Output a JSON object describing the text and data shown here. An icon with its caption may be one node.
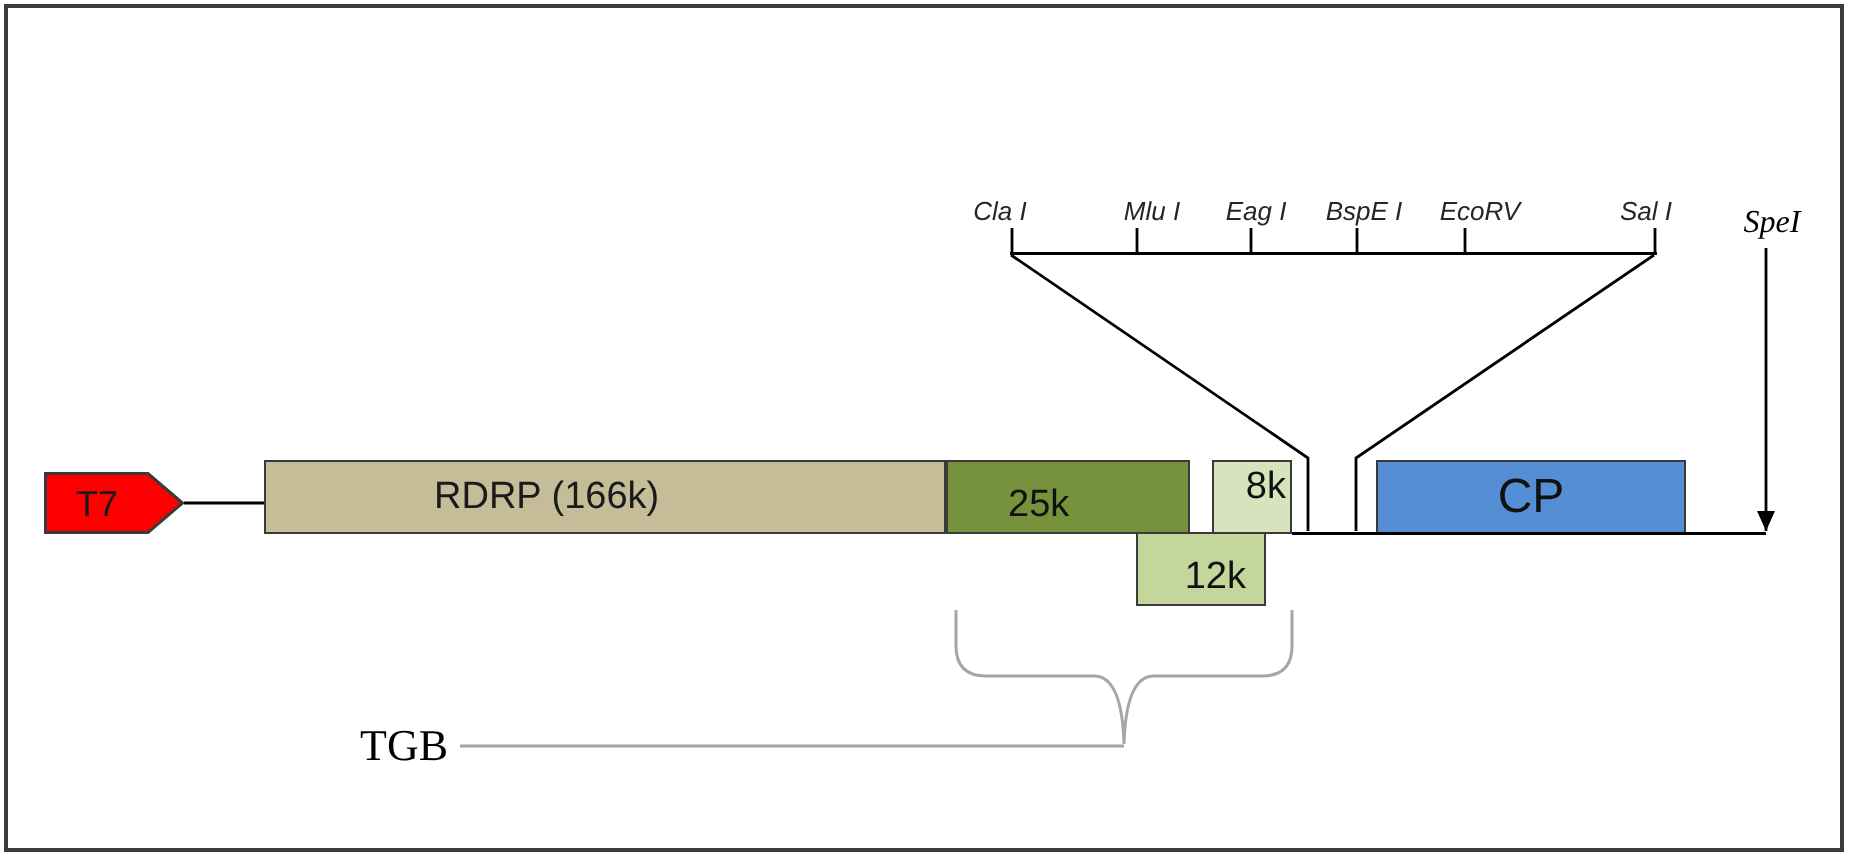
{
  "diagram": {
    "nodes": [
      {
        "text": [
          "SpeI"
        ]
      },
      {
        "text": [],
        "shape": "bar",
        "beside": [
          "Cla I",
          "Mlu I",
          "Eag I",
          "BspE I",
          "EcoRV",
          "Sal I"
        ]
      },
      {
        "text": [
          "T7"
        ]
      },
      {
        "text": [
          "RDRP (166k)"
        ]
      },
      {
        "text": [
          "25k"
        ]
      },
      {
        "text": [
          "8k"
        ]
      },
      {
        "text": [
          "CP"
        ]
      },
      {
        "text": [],
        "shape": "line"
      },
      {
        "text": [
          "12k"
        ]
      },
      {
        "text": [],
        "shape": "brace"
      },
      {
        "text": [
          "TGB"
        ]
      }
    ],
    "edges": [
      {
        "from": 0,
        "to": 7,
        "arrow": "to"
      },
      {
        "from": 2,
        "to": 3,
        "arrow": "none"
      },
      {
        "from": 1,
        "to": 7,
        "arrow": "none"
      },
      {
        "from": 1,
        "to": 7,
        "arrow": "none"
      },
      {
        "from": 10,
        "to": 9,
        "arrow": "none",
        "color": "#a6a6a6"
      }
    ]
  }
}
